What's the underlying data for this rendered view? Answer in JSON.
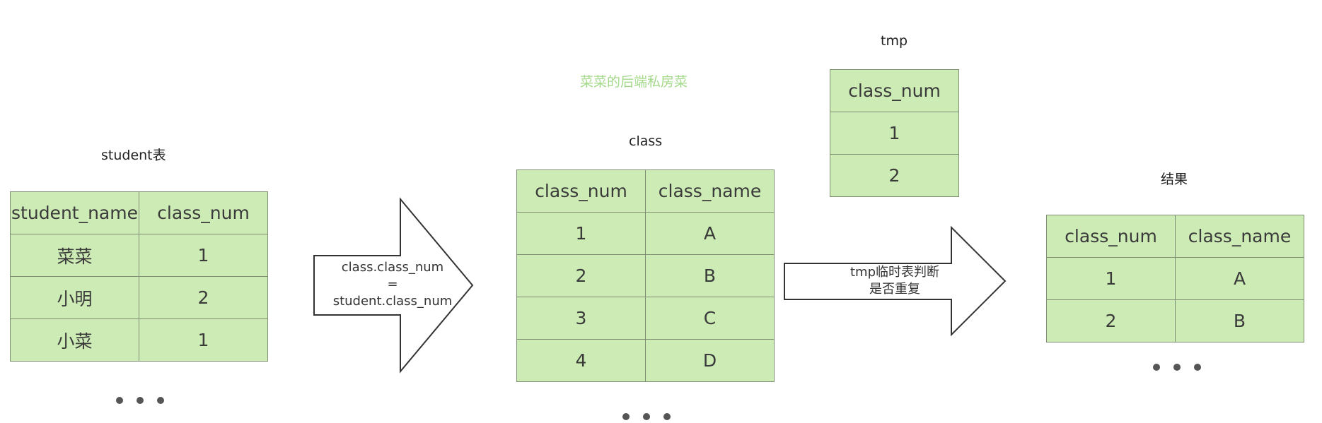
{
  "watermark": "菜菜的后端私房菜",
  "student_table": {
    "title": "student表",
    "headers": [
      "student_name",
      "class_num"
    ],
    "rows": [
      [
        "菜菜",
        "1"
      ],
      [
        "小明",
        "2"
      ],
      [
        "小菜",
        "1"
      ]
    ]
  },
  "arrow_join": {
    "lines": [
      "class.class_num",
      "=",
      "student.class_num"
    ]
  },
  "class_table": {
    "title": "class",
    "headers": [
      "class_num",
      "class_name"
    ],
    "rows": [
      [
        "1",
        "A"
      ],
      [
        "2",
        "B"
      ],
      [
        "3",
        "C"
      ],
      [
        "4",
        "D"
      ]
    ]
  },
  "tmp_table": {
    "title": "tmp",
    "headers": [
      "class_num"
    ],
    "rows": [
      [
        "1"
      ],
      [
        "2"
      ]
    ]
  },
  "arrow_dedup": {
    "lines": [
      "tmp临时表判断",
      "是否重复"
    ]
  },
  "result_table": {
    "title": "结果",
    "headers": [
      "class_num",
      "class_name"
    ],
    "rows": [
      [
        "1",
        "A"
      ],
      [
        "2",
        "B"
      ]
    ]
  },
  "colors": {
    "cell_fill": "#cdebb4",
    "cell_border": "#7e8f74",
    "watermark": "#a4d98a"
  }
}
